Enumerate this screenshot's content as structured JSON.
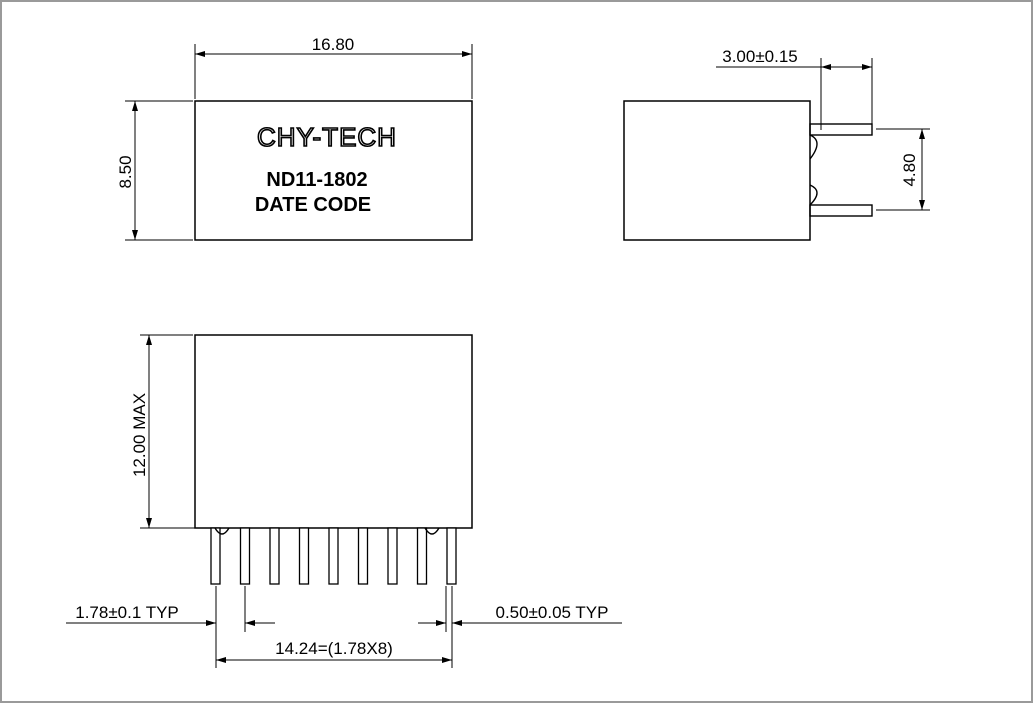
{
  "top_view": {
    "logo": "CHY-TECH",
    "part_number": "ND11-1802",
    "date_code": "DATE CODE",
    "width_dim": "16.80",
    "height_dim": "8.50"
  },
  "side_view": {
    "pin_length_dim": "3.00±0.15",
    "pin_spacing_dim": "4.80"
  },
  "front_view": {
    "height_dim": "12.00 MAX",
    "pitch_dim": "1.78±0.1 TYP",
    "pin_width_dim": "0.50±0.05 TYP",
    "span_dim": "14.24=(1.78X8)"
  }
}
